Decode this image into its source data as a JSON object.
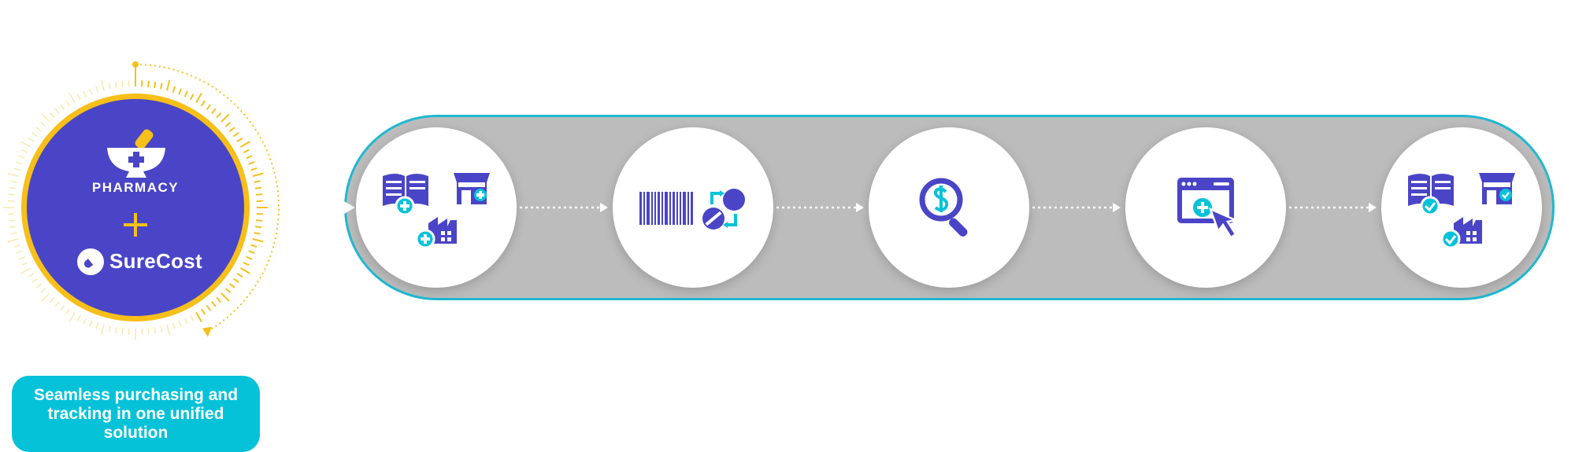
{
  "badge": {
    "pharmacy_label": "PHARMACY",
    "partner_label": "SureCost",
    "icons": [
      "mortar-pestle-icon",
      "plus-icon",
      "surecost-logo-icon"
    ]
  },
  "tagline": "Seamless purchasing and tracking in one unified solution",
  "workflow": {
    "steps": [
      {
        "icons": [
          "catalog-add-icon",
          "store-add-icon",
          "factory-add-icon"
        ]
      },
      {
        "icons": [
          "barcode-icon",
          "pill-swap-icon"
        ]
      },
      {
        "icons": [
          "price-search-icon"
        ]
      },
      {
        "icons": [
          "web-order-click-icon"
        ]
      },
      {
        "icons": [
          "catalog-check-icon",
          "store-check-icon",
          "factory-check-icon"
        ]
      }
    ]
  },
  "colors": {
    "purple": "#4a45c6",
    "gold": "#f6bf1a",
    "teal": "#06c2d9",
    "track_gray": "#bcbcbc",
    "track_border": "#20b8d0"
  }
}
